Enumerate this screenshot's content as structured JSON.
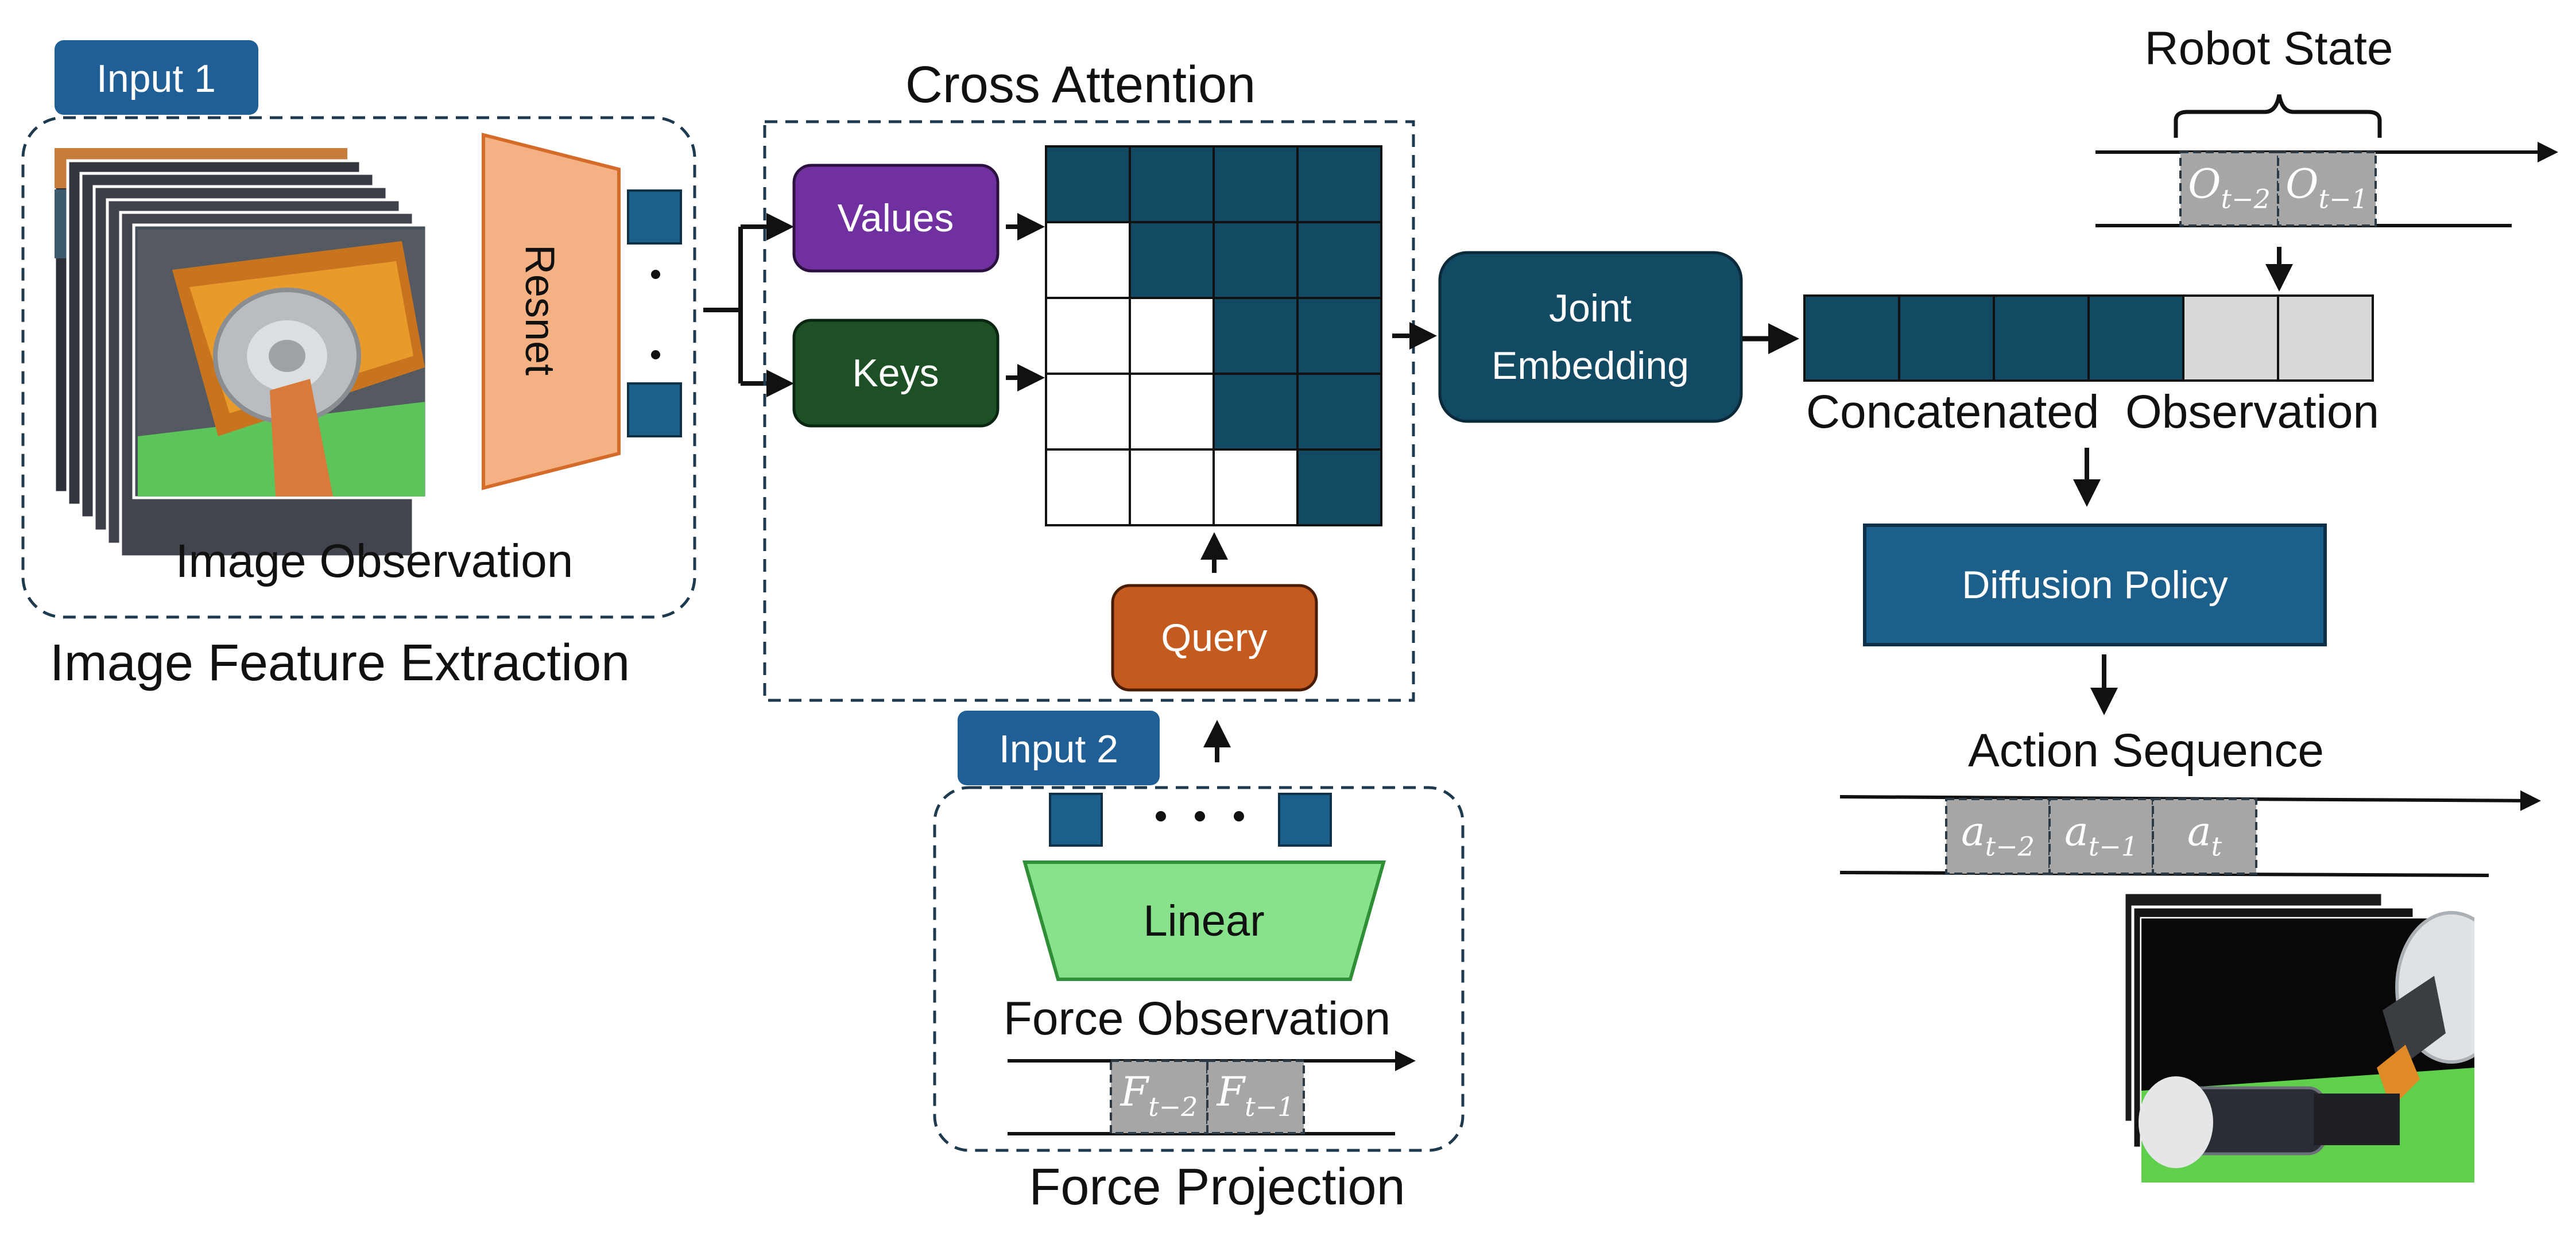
{
  "colors": {
    "dark_teal": "#124a63",
    "mid_blue": "#1c5f8a",
    "tag_blue": "#1f5f96",
    "values_purple": "#7030a0",
    "keys_green": "#1d5024",
    "query_orange": "#c55a1e",
    "resnet_fill": "#f4b183",
    "resnet_stroke": "#d56b29",
    "linear_fill": "#88e28c",
    "linear_stroke": "#2f8f36",
    "light_gray": "#d8d8d8",
    "slot_gray": "#a6a6a6"
  },
  "input1_tag": "Input 1",
  "input2_tag": "Input 2",
  "image_observation_label": "Image Observation",
  "image_feature_title": "Image Feature Extraction",
  "resnet_label": "Resnet",
  "cross_attention_title": "Cross Attention",
  "values_label": "Values",
  "keys_label": "Keys",
  "query_label": "Query",
  "attention_mask": [
    [
      1,
      1,
      1,
      1
    ],
    [
      0,
      1,
      1,
      1
    ],
    [
      0,
      0,
      1,
      1
    ],
    [
      0,
      0,
      1,
      1
    ],
    [
      0,
      0,
      0,
      1
    ]
  ],
  "linear_label": "Linear",
  "force_observation_label": "Force Observation",
  "force_projection_title": "Force Projection",
  "force_slots": [
    {
      "base": "F",
      "sub": "t−2"
    },
    {
      "base": "F",
      "sub": "t−1"
    }
  ],
  "joint_embedding_line1": "Joint",
  "joint_embedding_line2": "Embedding",
  "robot_state_title": "Robot State",
  "robot_state_slots": [
    {
      "base": "O",
      "sub": "t−2"
    },
    {
      "base": "O",
      "sub": "t−1"
    }
  ],
  "concat_cells": [
    "dark",
    "dark",
    "dark",
    "dark",
    "light",
    "light"
  ],
  "concat_label": "Concatenated  Observation",
  "diffusion_policy_label": "Diffusion Policy",
  "action_sequence_title": "Action Sequence",
  "action_slots": [
    {
      "base": "a",
      "sub": "t−2"
    },
    {
      "base": "a",
      "sub": "t−1"
    },
    {
      "base": "a",
      "sub": "t"
    }
  ]
}
